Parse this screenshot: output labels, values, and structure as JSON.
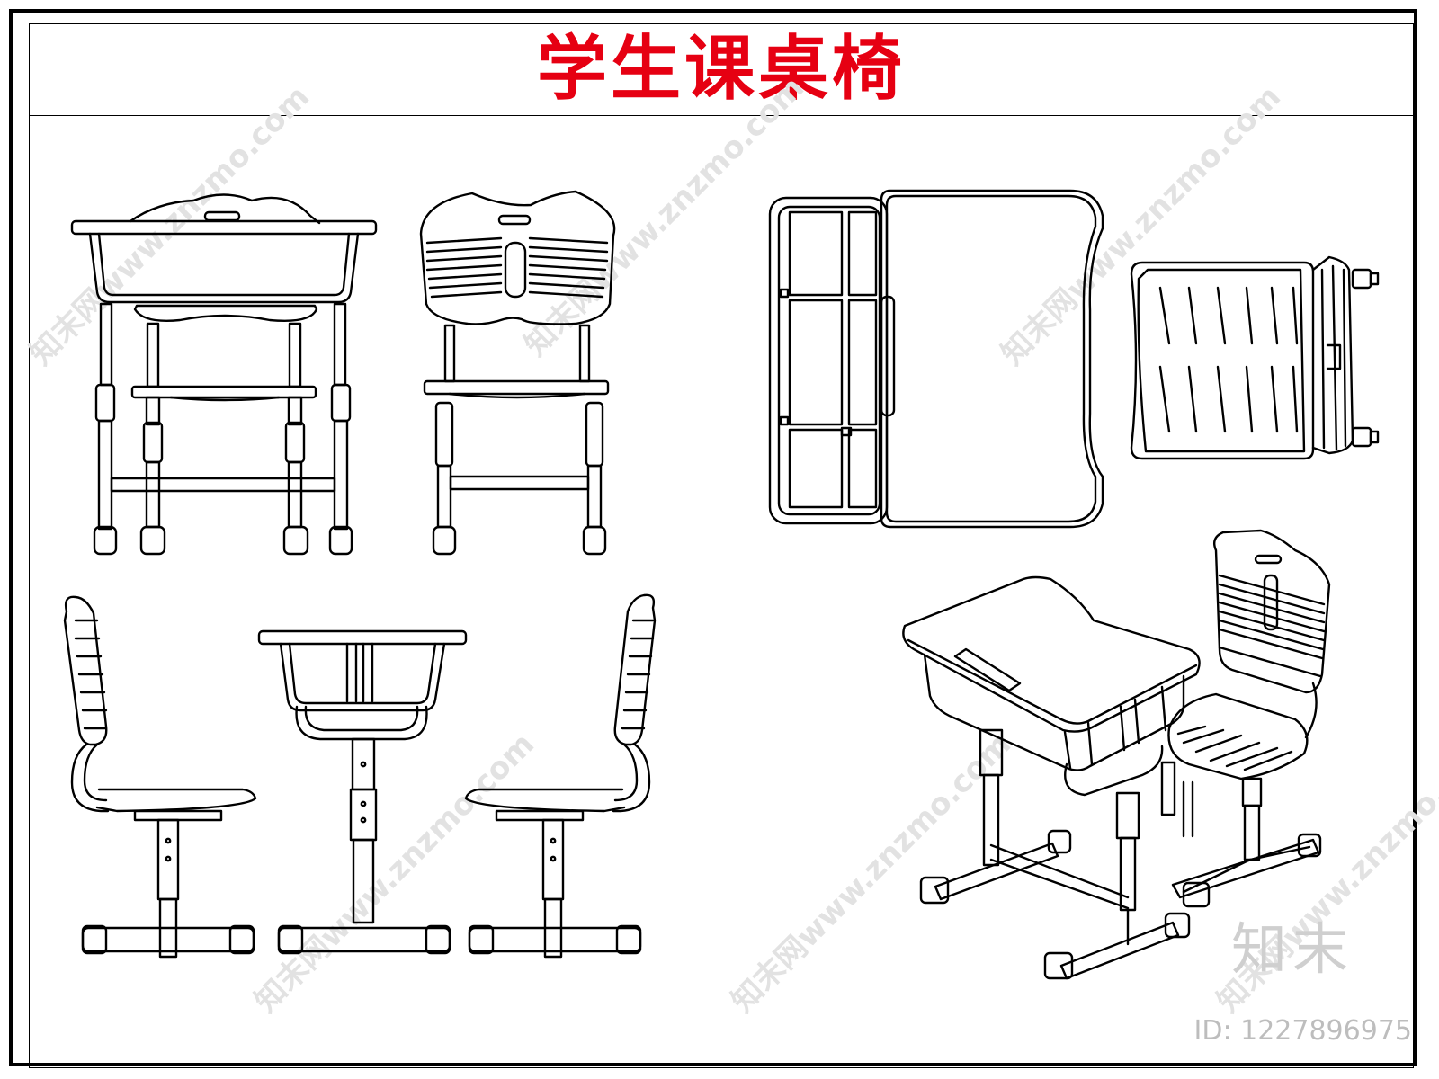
{
  "title": "学生课桌椅",
  "watermark": {
    "logo_text": "知末",
    "id_text": "ID: 1227896975",
    "diagonal_text": "知末网www.znzmo.com"
  },
  "colors": {
    "title": "#e60012",
    "line": "#000000",
    "watermark": "#d8d8d8"
  }
}
